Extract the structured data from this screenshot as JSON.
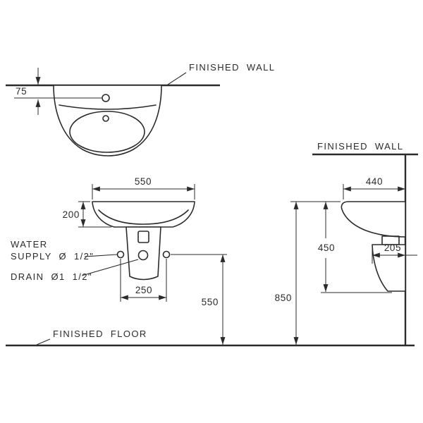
{
  "page": {
    "background": "#ffffff",
    "line_color": "#2b2b2b"
  },
  "labels": {
    "finished_wall_top": "FINISHED WALL",
    "finished_wall_side": "FINISHED WALL",
    "finished_floor": "FINISHED FLOOR",
    "water_supply_line1": "WATER",
    "water_supply_line2": "SUPPLY Ø 1/2\"",
    "drain": "DRAIN Ø1 1/2\""
  },
  "dimensions": {
    "faucet_to_wall": "75",
    "basin_width": "550",
    "basin_front_height": "200",
    "supply_spacing": "250",
    "supply_height": "550",
    "rim_height": "850",
    "basin_depth": "440",
    "side_height": "450",
    "trap_depth": "205"
  }
}
